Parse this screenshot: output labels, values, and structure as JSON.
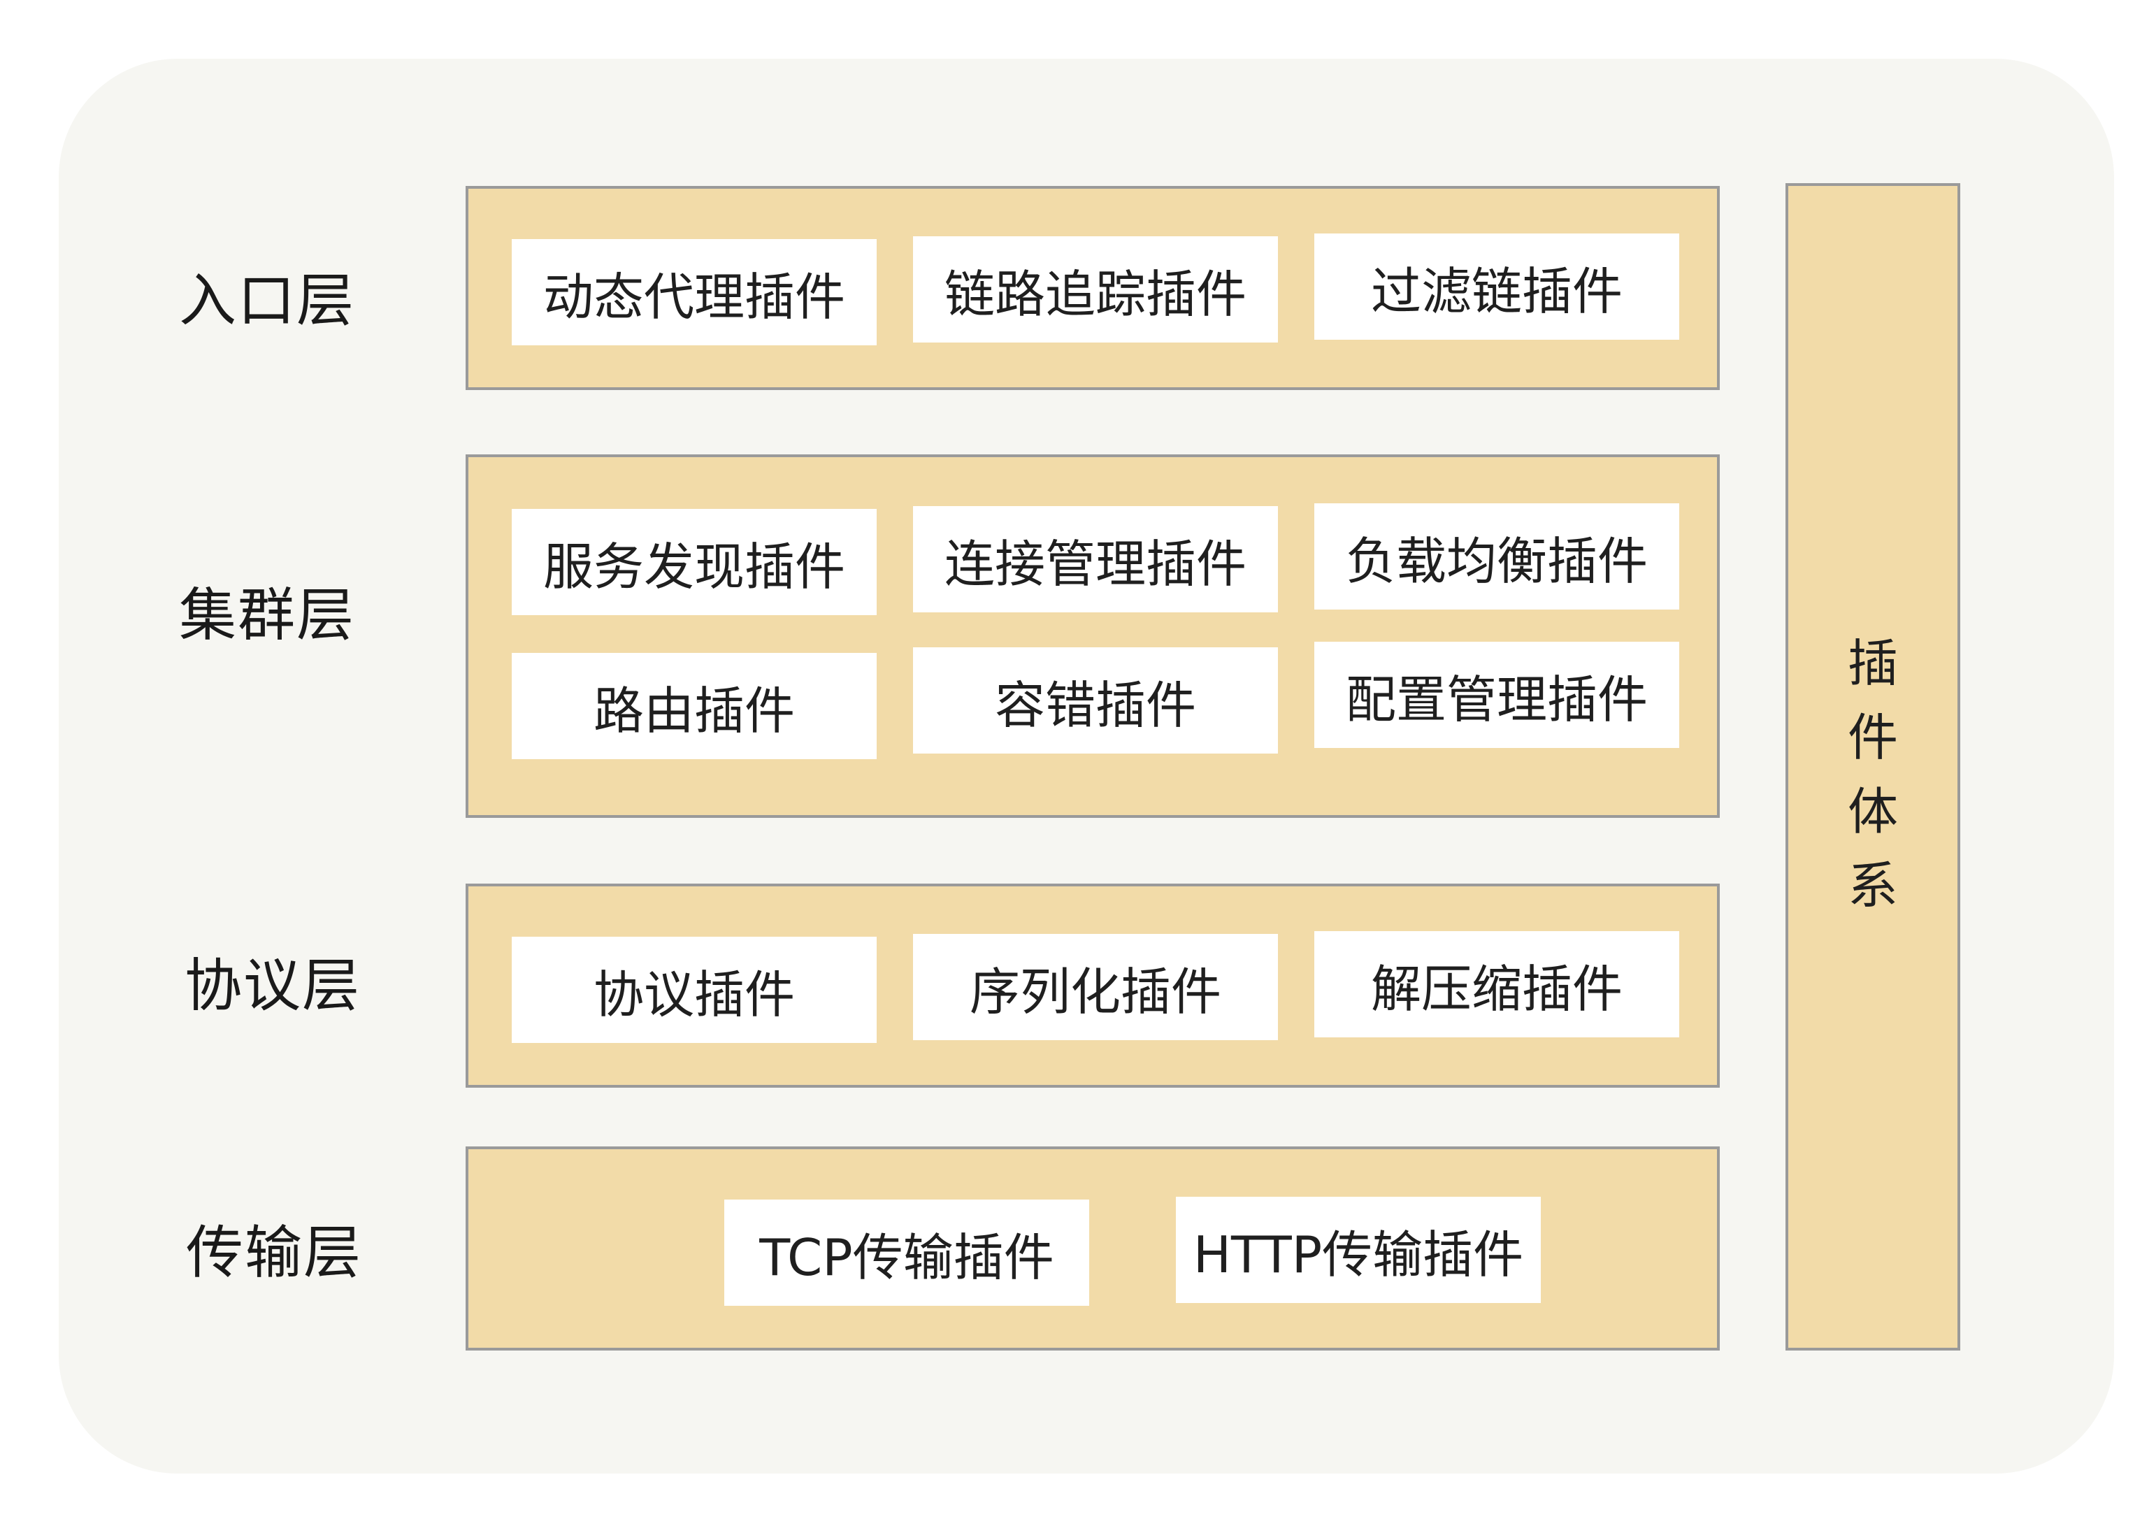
{
  "layers": [
    {
      "label": "入口层",
      "plugins": [
        "动态代理插件",
        "链路追踪插件",
        "过滤链插件"
      ]
    },
    {
      "label": "集群层",
      "plugins": [
        "服务发现插件",
        "连接管理插件",
        "负载均衡插件",
        "路由插件",
        "容错插件",
        "配置管理插件"
      ]
    },
    {
      "label": "协议层",
      "plugins": [
        "协议插件",
        "序列化插件",
        "解压缩插件"
      ]
    },
    {
      "label": "传输层",
      "plugins": [
        "TCP传输插件",
        "HTTP传输插件"
      ]
    }
  ],
  "side_panel": {
    "chars": [
      "插",
      "件",
      "体",
      "系"
    ]
  },
  "colors": {
    "background": "#f6f6f2",
    "band_fill": "#f2dba8",
    "band_border": "#9a9a9a",
    "plugin_fill": "#ffffff",
    "text": "#1a1a1a"
  }
}
